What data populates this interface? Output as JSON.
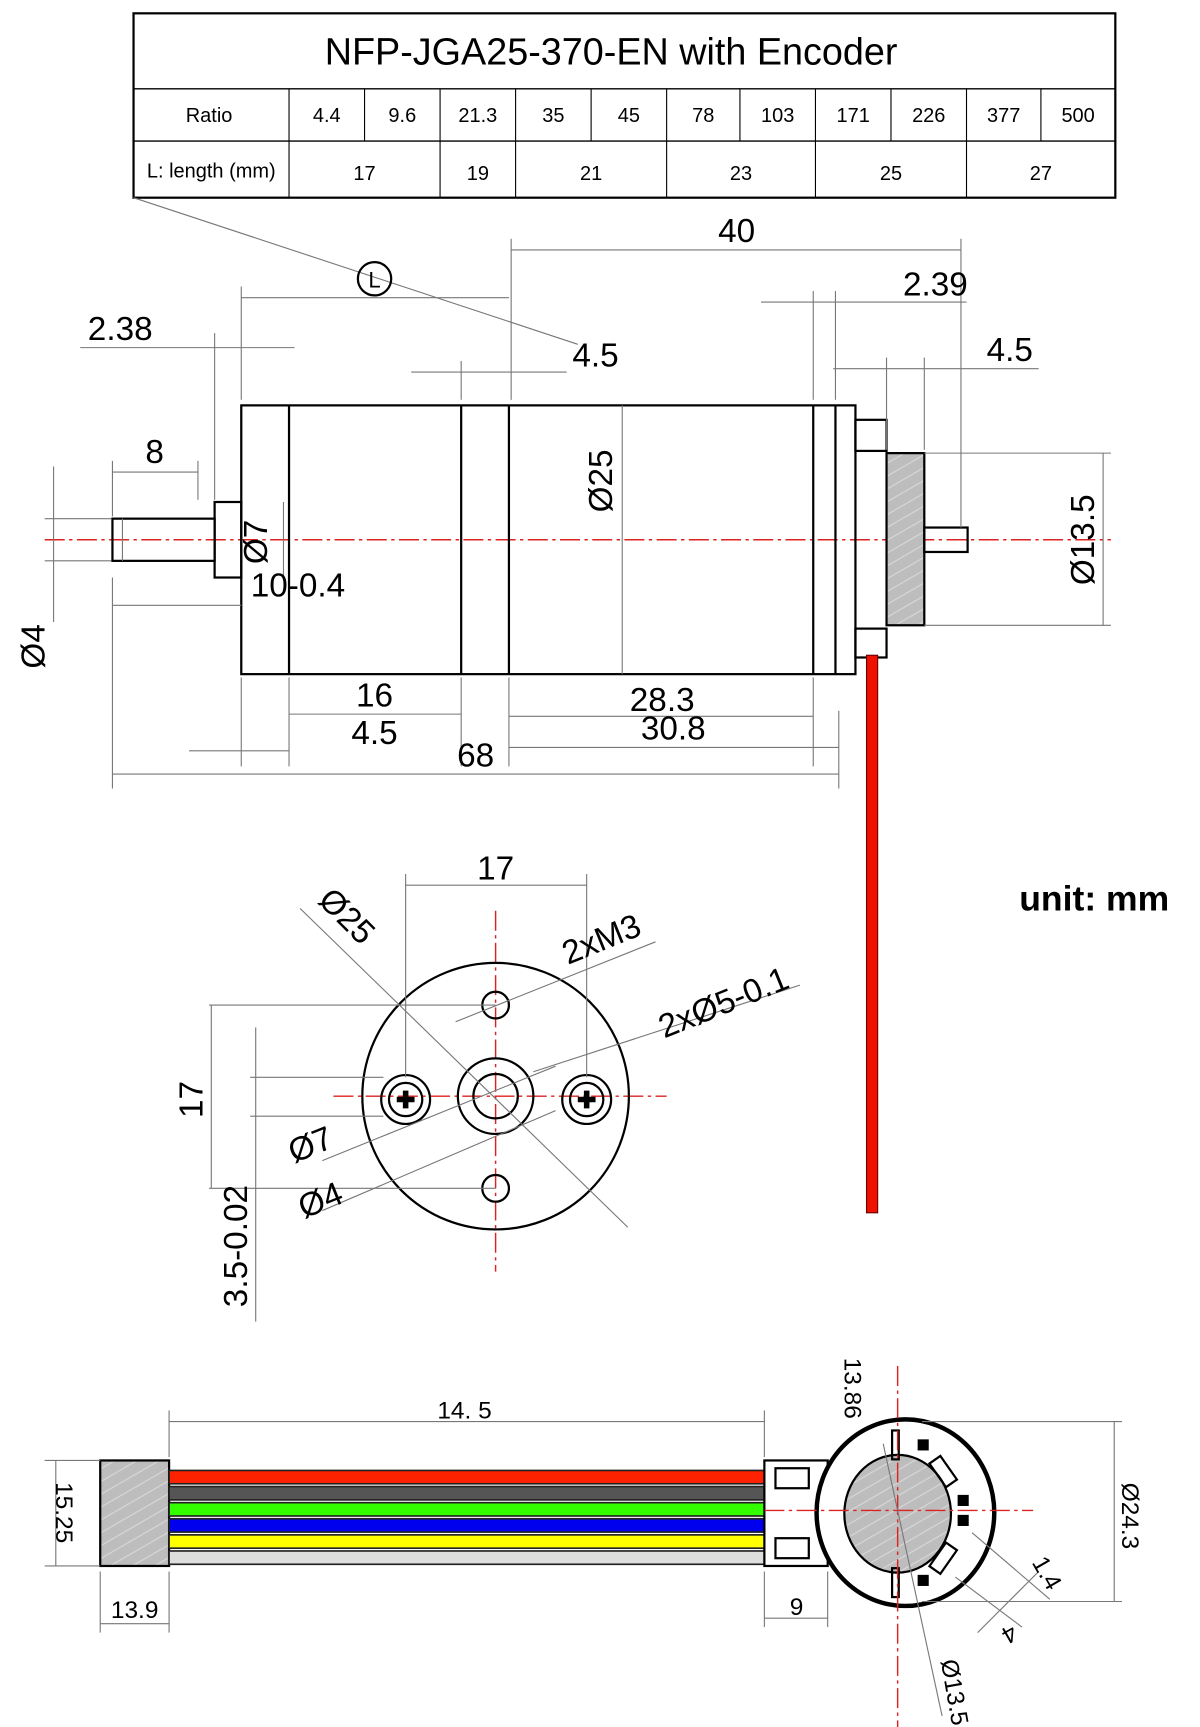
{
  "table": {
    "title": "NFP-JGA25-370-EN with Encoder",
    "ratio_label": "Ratio",
    "ratios": [
      "4.4",
      "9.6",
      "21.3",
      "35",
      "45",
      "78",
      "103",
      "171",
      "226",
      "377",
      "500"
    ],
    "length_label": "L: length (mm)",
    "lengths": [
      "17",
      "19",
      "21",
      "23",
      "25",
      "27"
    ]
  },
  "side_view": {
    "L_marker": "L",
    "d40": "40",
    "d239": "2.39",
    "d45_a": "4.5",
    "d45_b": "4.5",
    "d238": "2.38",
    "d8": "8",
    "dia7": "Ø7",
    "d10": "10-0.4",
    "dia4": "Ø4",
    "dia25": "Ø25",
    "dia135": "Ø13.5",
    "d16": "16",
    "d45_c": "4.5",
    "d283": "28.3",
    "d308": "30.8",
    "d68": "68"
  },
  "front_view": {
    "d17_h": "17",
    "dia25": "Ø25",
    "m3": "2xM3",
    "holes": "2xØ5-0.1",
    "d17_v": "17",
    "dia7": "Ø7",
    "dia4": "Ø4",
    "d35": "3.5-0.02"
  },
  "unit": "unit: mm",
  "encoder_view": {
    "d145": "14. 5",
    "d1525": "15.25",
    "d139": "13.9",
    "d9": "9",
    "d1386": "13.86",
    "dia243": "Ø24.3",
    "d14": "1.4",
    "d4": "4",
    "dia135": "Ø13.5",
    "wire_colors": [
      "#ff2200",
      "#555555",
      "#33ff00",
      "#0000ee",
      "#ffff00",
      "#dddddd"
    ]
  }
}
